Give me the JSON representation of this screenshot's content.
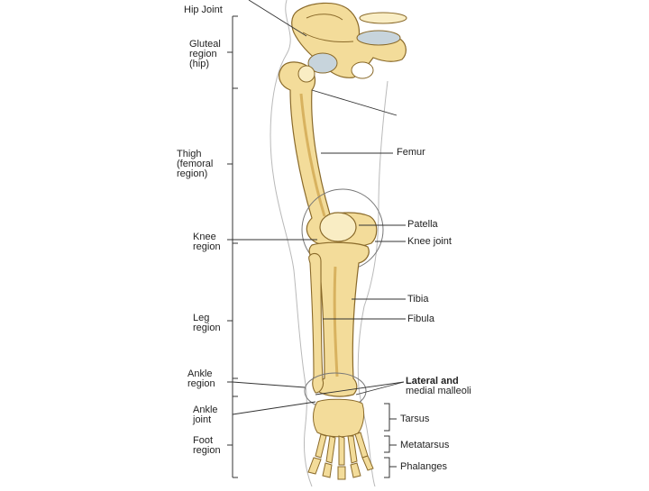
{
  "colors": {
    "background": "#ffffff",
    "bone_fill": "#f3dc9a",
    "bone_light": "#f9edc4",
    "bone_shadow": "#d8b25f",
    "bone_outline": "#8a6a2a",
    "cartilage": "#c7d4dc",
    "leader_line": "#333333",
    "label_text": "#222222"
  },
  "regions": {
    "hip_joint": "Hip Joint",
    "gluteal": [
      "Gluteal",
      "region",
      "(hip)"
    ],
    "thigh": [
      "Thigh",
      "(femoral",
      "region)"
    ],
    "knee": [
      "Knee",
      "region"
    ],
    "leg": [
      "Leg",
      "region"
    ],
    "ankle": [
      "Ankle",
      "region"
    ],
    "ankle_joint": [
      "Ankle",
      "joint"
    ],
    "foot": [
      "Foot",
      "region"
    ]
  },
  "structures": {
    "femur": "Femur",
    "patella": "Patella",
    "knee_joint": "Knee joint",
    "tibia": "Tibia",
    "fibula": "Fibula",
    "malleoli": [
      "Lateral and",
      "medial malleoli"
    ],
    "tarsus": "Tarsus",
    "metatarsus": "Metatarsus",
    "phalanges": "Phalanges"
  }
}
